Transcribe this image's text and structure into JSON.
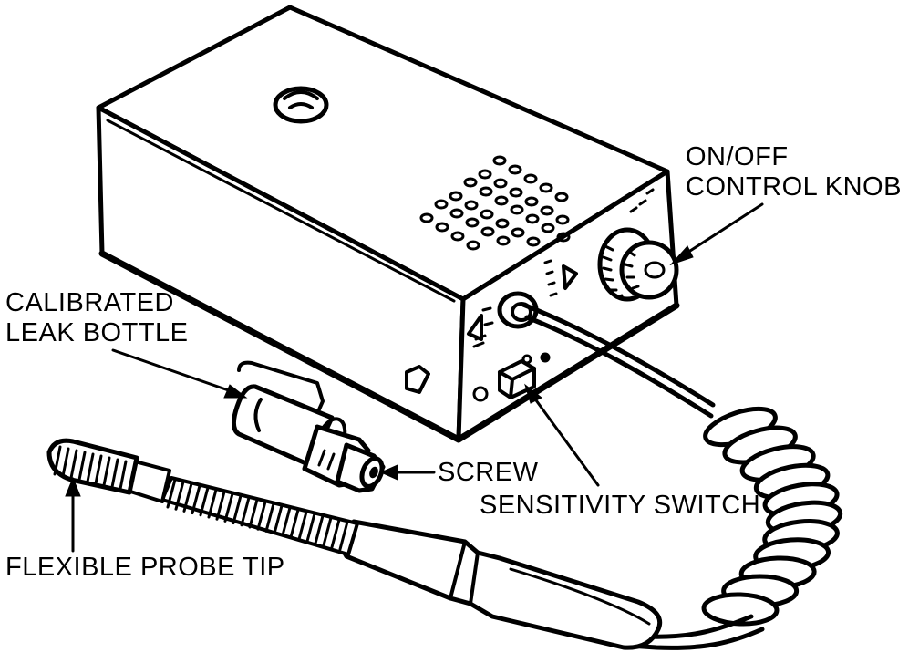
{
  "colors": {
    "ink": "#000000",
    "paper": "#ffffff"
  },
  "labels": {
    "on_off_knob": [
      "ON/OFF",
      "CONTROL KNOB"
    ],
    "calibrated_leak_bottle": [
      "CALIBRATED",
      "LEAK BOTTLE"
    ],
    "screw": "SCREW",
    "sensitivity_switch": "SENSITIVITY SWITCH",
    "flexible_probe_tip": "FLEXIBLE PROBE TIP"
  },
  "icons": {
    "knob": "on-off-knob-icon",
    "switch": "sensitivity-switch-icon",
    "bottle": "leak-bottle-icon",
    "probe": "probe-icon",
    "speaker": "speaker-grille-icon"
  }
}
